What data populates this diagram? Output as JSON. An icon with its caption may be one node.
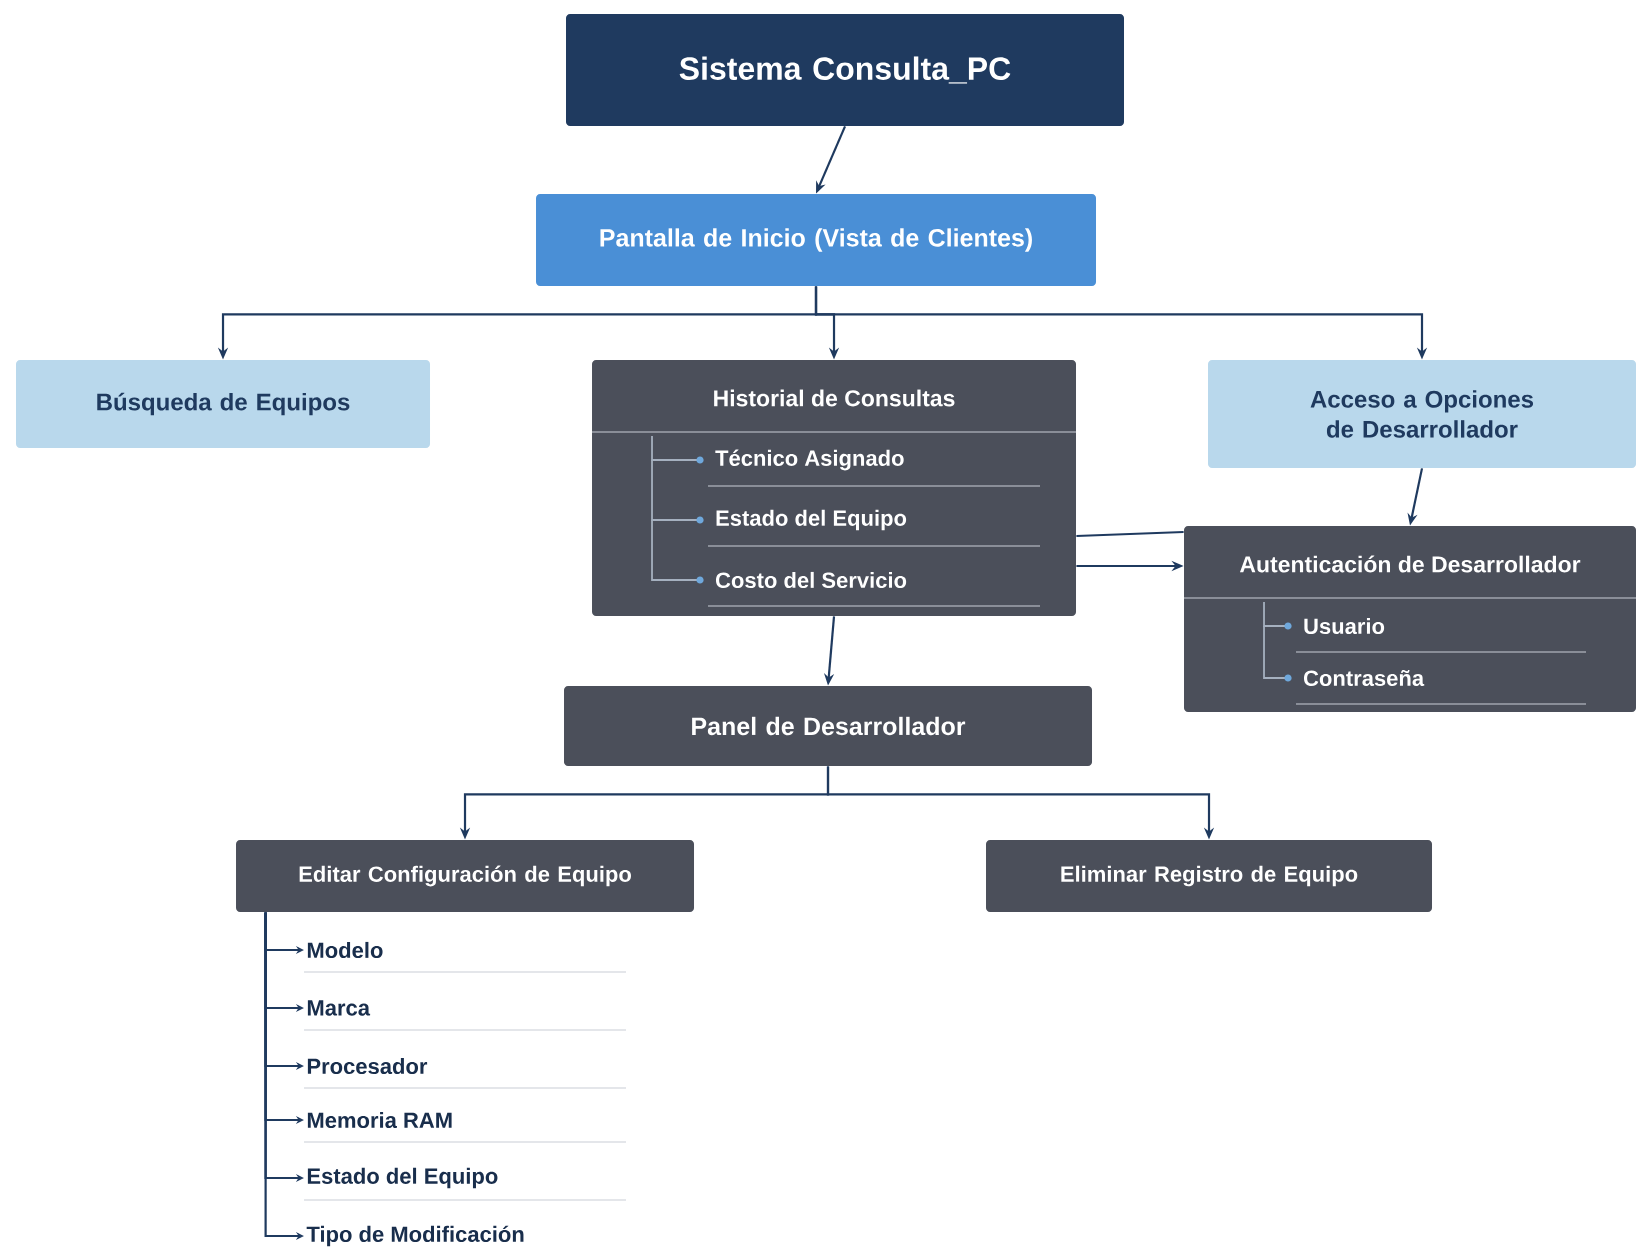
{
  "diagram": {
    "nodes": [
      {
        "text": [
          "Sistema Consulta_PC"
        ]
      },
      {
        "text": [
          "Pantalla de Inicio (Vista de Clientes)"
        ]
      },
      {
        "text": [
          "Búsqueda de Equipos"
        ]
      },
      {
        "text": [
          "Historial de Consultas",
          "Técnico Asignado",
          "Estado del Equipo",
          "Costo del Servicio"
        ]
      },
      {
        "text": [
          "Acceso a Opciones de Desarrollador"
        ]
      },
      {
        "text": [
          "Autenticación de Desarrollador",
          "Usuario",
          "Contraseña"
        ]
      },
      {
        "text": [
          "Panel de Desarrollador"
        ]
      },
      {
        "text": [
          "Editar Configuración de Equipo"
        ]
      },
      {
        "text": [
          "Eliminar Registro de Equipo"
        ]
      },
      {
        "text": [
          "Modelo"
        ]
      },
      {
        "text": [
          "Marca"
        ]
      },
      {
        "text": [
          "Procesador"
        ]
      },
      {
        "text": [
          "Memoria RAM"
        ]
      },
      {
        "text": [
          "Estado del Equipo"
        ]
      },
      {
        "text": [
          "Tipo de Modificación"
        ]
      }
    ],
    "edges": [
      {
        "from": 0,
        "to": 1,
        "arrow": "to"
      },
      {
        "from": 1,
        "to": 2,
        "arrow": "to"
      },
      {
        "from": 1,
        "to": 3,
        "arrow": "to"
      },
      {
        "from": 1,
        "to": 4,
        "arrow": "to"
      },
      {
        "from": 4,
        "to": 5,
        "arrow": "to"
      },
      {
        "from": 3,
        "to": 5,
        "arrow": "none"
      },
      {
        "from": 3,
        "to": 5,
        "arrow": "to"
      },
      {
        "from": 3,
        "to": 6,
        "arrow": "to"
      },
      {
        "from": 6,
        "to": 7,
        "arrow": "to"
      },
      {
        "from": 6,
        "to": 8,
        "arrow": "to"
      },
      {
        "from": 7,
        "to": 9,
        "arrow": "to"
      },
      {
        "from": 7,
        "to": 10,
        "arrow": "to"
      },
      {
        "from": 7,
        "to": 11,
        "arrow": "to"
      },
      {
        "from": 7,
        "to": 12,
        "arrow": "to"
      },
      {
        "from": 7,
        "to": 13,
        "arrow": "to"
      },
      {
        "from": 7,
        "to": 14,
        "arrow": "to"
      }
    ]
  }
}
